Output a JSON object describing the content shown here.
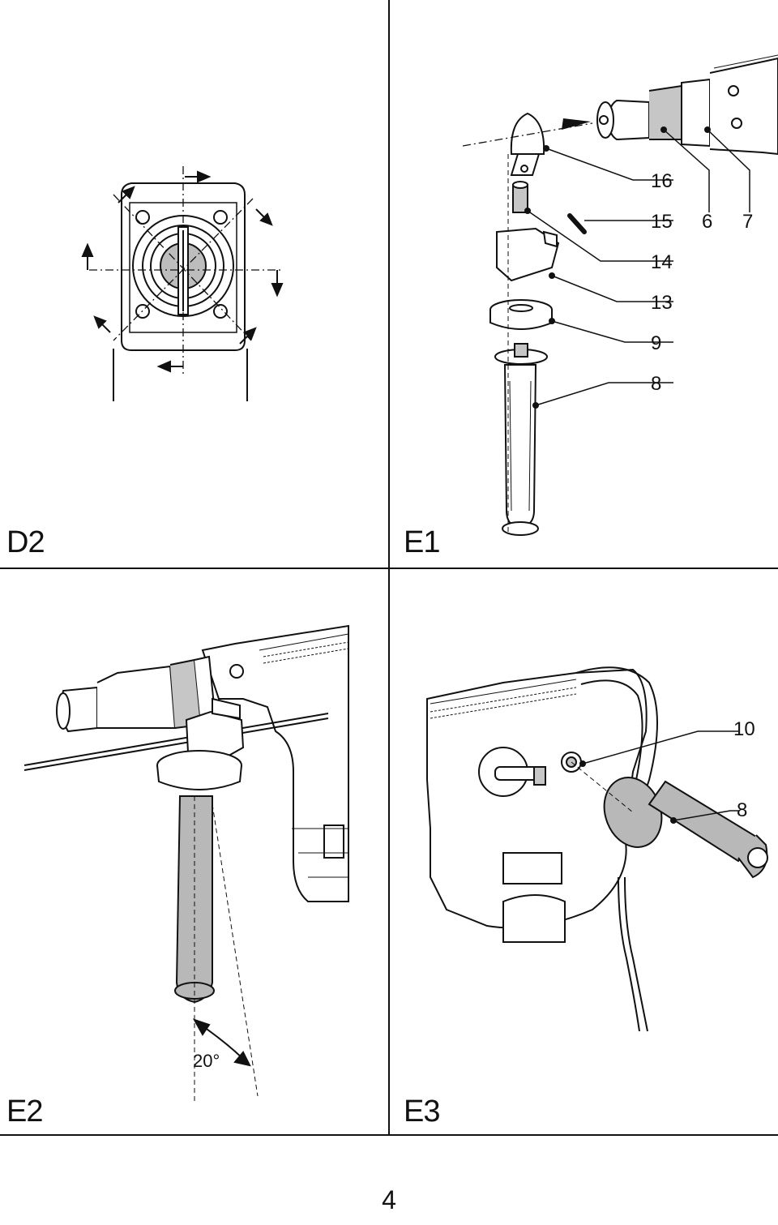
{
  "page_number": "4",
  "figures": {
    "d2": {
      "label": "D2"
    },
    "e1": {
      "label": "E1",
      "callouts": [
        "16",
        "15",
        "14",
        "13",
        "9",
        "8",
        "6",
        "7"
      ]
    },
    "e2": {
      "label": "E2",
      "angle": "20°"
    },
    "e3": {
      "label": "E3",
      "callouts": [
        "10",
        "8"
      ]
    }
  },
  "icons": [
    "arrow-icon",
    "side-handle-icon",
    "depth-rod-icon",
    "hammer-drill-icon"
  ]
}
